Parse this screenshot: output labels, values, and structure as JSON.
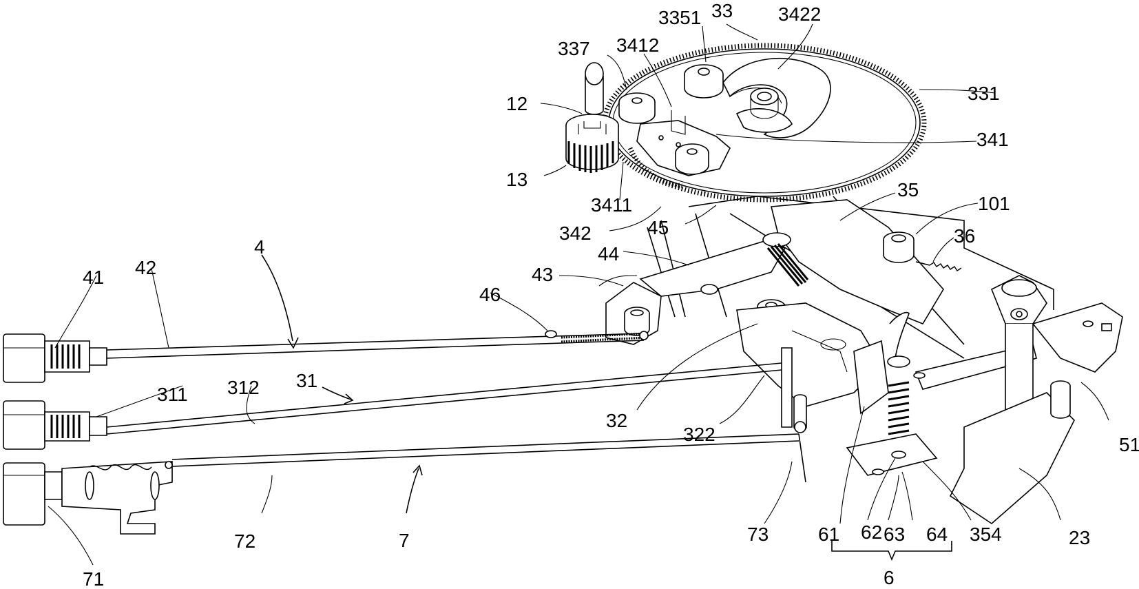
{
  "labels": {
    "l3351": "3351",
    "l33": "33",
    "l3422": "3422",
    "l337": "337",
    "l3412": "3412",
    "l331": "331",
    "l12": "12",
    "l341": "341",
    "l13": "13",
    "l3411": "3411",
    "l35": "35",
    "l101": "101",
    "l342": "342",
    "l45": "45",
    "l36": "36",
    "l44": "44",
    "l4": "4",
    "l41": "41",
    "l42": "42",
    "l43": "43",
    "l46": "46",
    "l311": "311",
    "l312": "312",
    "l31": "31",
    "l32": "32",
    "l322": "322",
    "l51": "51",
    "l72": "72",
    "l7": "7",
    "l73": "73",
    "l61": "61",
    "l62": "62",
    "l63": "63",
    "l64": "64",
    "l354": "354",
    "l23": "23",
    "l71": "71",
    "l6": "6"
  }
}
